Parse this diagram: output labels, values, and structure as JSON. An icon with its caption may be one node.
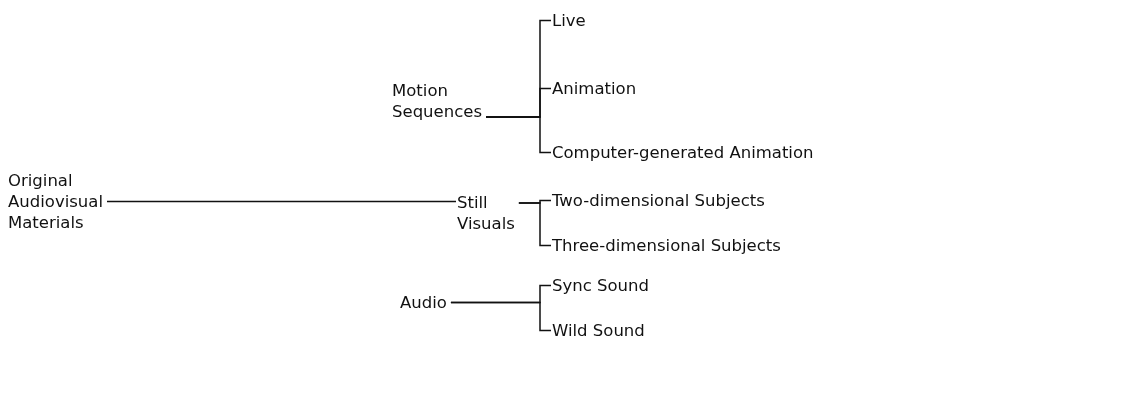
{
  "diagram": {
    "nodes": [
      {
        "text": [
          "Original Audiovisual Materials"
        ]
      },
      {
        "text": [
          "Motion Sequences"
        ]
      },
      {
        "text": [
          "Live"
        ]
      },
      {
        "text": [
          "Animation"
        ]
      },
      {
        "text": [
          "Computer-generated Animation"
        ]
      },
      {
        "text": [
          "Still Visuals"
        ]
      },
      {
        "text": [
          "Two-dimensional Subjects"
        ]
      },
      {
        "text": [
          "Three-dimensional Subjects"
        ]
      },
      {
        "text": [
          "Audio"
        ]
      },
      {
        "text": [
          "Sync Sound"
        ]
      },
      {
        "text": [
          "Wild Sound"
        ]
      }
    ],
    "edges": [
      {
        "from": 0,
        "to": 5,
        "arrow": "none"
      },
      {
        "from": 1,
        "to": 2,
        "arrow": "none"
      },
      {
        "from": 1,
        "to": 3,
        "arrow": "none"
      },
      {
        "from": 1,
        "to": 4,
        "arrow": "none"
      },
      {
        "from": 5,
        "to": 6,
        "arrow": "none"
      },
      {
        "from": 5,
        "to": 7,
        "arrow": "none"
      },
      {
        "from": 8,
        "to": 9,
        "arrow": "none"
      },
      {
        "from": 8,
        "to": 10,
        "arrow": "none"
      }
    ]
  }
}
